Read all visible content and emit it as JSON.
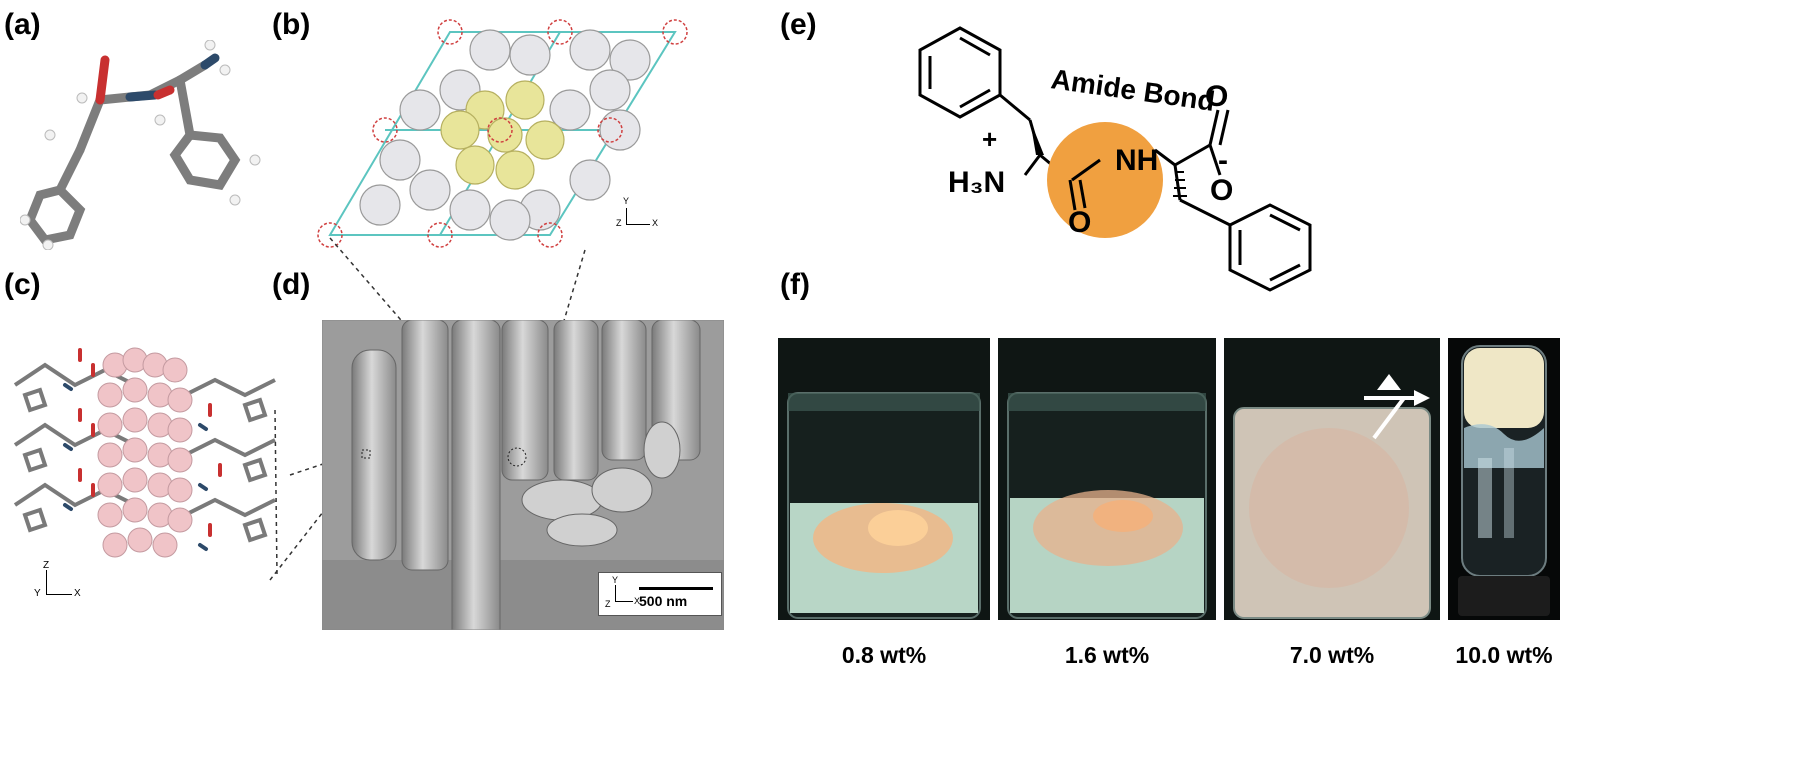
{
  "panels": {
    "a": "(a)",
    "b": "(b)",
    "c": "(c)",
    "d": "(d)",
    "e": "(e)",
    "f": "(f)"
  },
  "axes": {
    "b": {
      "y": "Y",
      "z": "Z",
      "x": "X"
    },
    "c": {
      "z": "Z",
      "y": "Y",
      "x": "X"
    },
    "d": {
      "y": "Y",
      "z": "Z",
      "x": "X"
    }
  },
  "scale_bar": "500 nm",
  "structure": {
    "label_amide": "Amide Bond",
    "label_nh": "NH",
    "label_o_carbonyl": "O",
    "label_o_carboxyl_top": "O",
    "label_o_carboxyl": "O",
    "label_minus": "-",
    "label_plus": "+",
    "label_h3n": "H₃N"
  },
  "vials": [
    {
      "label": "0.8 wt%"
    },
    {
      "label": "1.6 wt%"
    },
    {
      "label": "7.0 wt%"
    },
    {
      "label": "10.0 wt%"
    }
  ],
  "colors": {
    "amide_circle": "#f0a040",
    "crystal_yellow": "#e8e59a",
    "crystal_white": "#e6e6ea",
    "pink": "#f0c4c8",
    "sem_gray": "#9a9a9a"
  }
}
